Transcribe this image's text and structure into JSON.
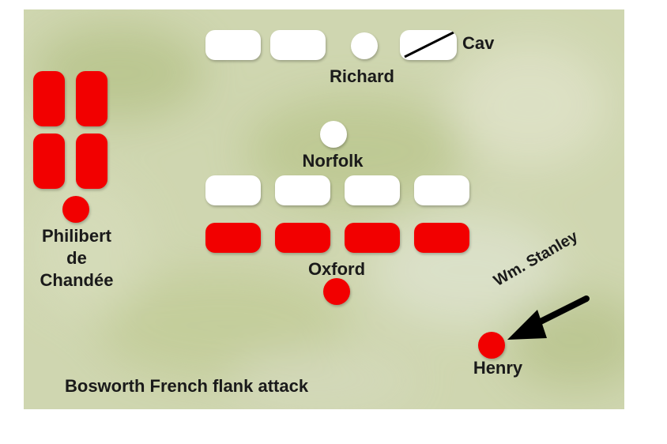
{
  "title": "Bosworth French flank attack",
  "commanders": {
    "richard": "Richard",
    "norfolk": "Norfolk",
    "oxford": "Oxford",
    "henry": "Henry",
    "philibert_line1": "Philibert",
    "philibert_line2": "de",
    "philibert_line3": "Chandée",
    "stanley": "Wm. Stanley"
  },
  "cavalry_label": "Cav",
  "colors": {
    "yorkist": "#ffffff",
    "lancastrian": "#f20000",
    "terrain": "#cdd5ad",
    "arrow": "#000000"
  }
}
